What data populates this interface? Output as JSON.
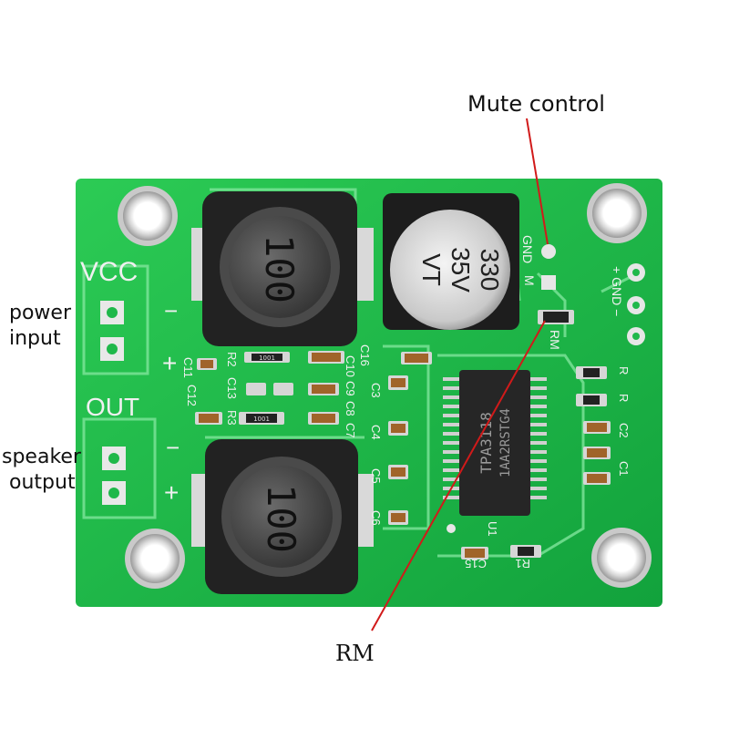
{
  "annotations": {
    "mute_control": "Mute control",
    "power_input_line1": "power",
    "power_input_line2": "input",
    "speaker_output_line1": "speaker",
    "speaker_output_line2": "output",
    "rm": "RM"
  },
  "silkscreen": {
    "vcc": "VCC",
    "out": "OUT",
    "minus": "−",
    "plus": "+",
    "gnd": "GND",
    "m": "M",
    "rm": "RM",
    "plus_gnd_minus": "+ GND −",
    "labels_left": [
      "C11",
      "R2",
      "C12",
      "C13",
      "R3"
    ],
    "labels_mid": [
      "C16",
      "C10",
      "C9",
      "C8",
      "C7",
      "C3",
      "C4",
      "C5",
      "C6"
    ],
    "labels_right": [
      "R",
      "R",
      "C1",
      "C2",
      "C15",
      "R1",
      "U1"
    ],
    "inductor_value": "100",
    "resistor_code": "1001",
    "capacitor_line1": "330",
    "capacitor_line2": "35V",
    "capacitor_line3": "VT",
    "chip_line1": "TPA3118",
    "chip_line2": "1AA2RSTG4"
  },
  "colors": {
    "pcb": "#1fb84a",
    "pcb_light": "#3fd36a",
    "trace": "#7fe59b",
    "annotation_line": "#d11a1a"
  }
}
